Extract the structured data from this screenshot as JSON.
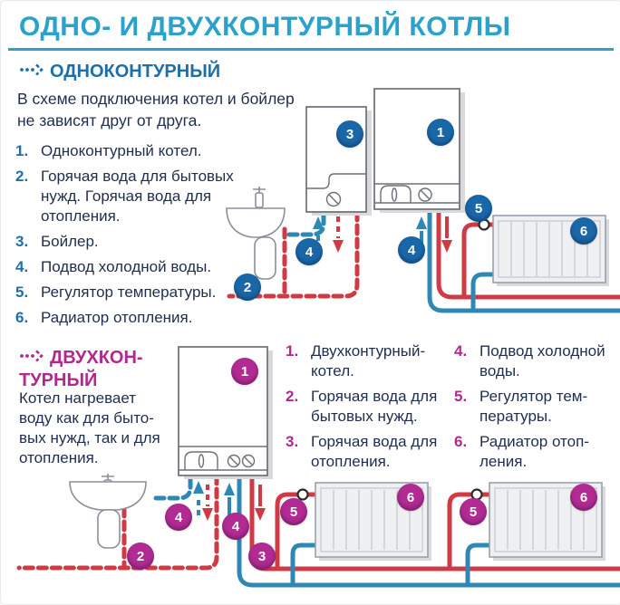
{
  "title": "ОДНО- И ДВУХКОНТУРНЫЙ КОТЛЫ",
  "colors": {
    "title_teal": "#2ba2cc",
    "heading_blue": "#1e6fa9",
    "heading_magenta": "#b2288f",
    "text_navy": "#1f2e4e",
    "badge_blue": "#1a67a8",
    "badge_magenta": "#b12b92",
    "pipe_red": "#cf3b45",
    "pipe_blue": "#2f88b4",
    "radiator_fill": "#eef0f2",
    "outline_gray": "#9aa1ac"
  },
  "section_one": {
    "heading": "ОДНОКОНТУРНЫЙ",
    "description": "В схеме подключения котел и бойлер\nне зависят друг от друга.",
    "items": [
      {
        "num": "1.",
        "text": "Одноконтурный котел."
      },
      {
        "num": "2.",
        "text": "Горячая вода для бытовых\nнужд. Горячая вода для\nотопления."
      },
      {
        "num": "3.",
        "text": "Бойлер."
      },
      {
        "num": "4.",
        "text": "Подвод холодной воды."
      },
      {
        "num": "5.",
        "text": "Регулятор температуры."
      },
      {
        "num": "6.",
        "text": "Радиатор отопления."
      }
    ]
  },
  "section_two": {
    "heading": "ДВУХКОН-\nТУРНЫЙ",
    "description": "Котел нагревает\nводу как для быто-\nвых нужд, так и для\nотопления.",
    "items_left": [
      {
        "num": "1.",
        "text": "Двухконтурный-\nкотел."
      },
      {
        "num": "2.",
        "text": "Горячая вода для\nбытовых нужд."
      },
      {
        "num": "3.",
        "text": "Горячая вода для\nотопления."
      }
    ],
    "items_right": [
      {
        "num": "4.",
        "text": "Подвод холодной\nводы."
      },
      {
        "num": "5.",
        "text": "Регулятор тем-\nпературы."
      },
      {
        "num": "6.",
        "text": "Радиатор отоп-\nления."
      }
    ]
  },
  "diagram_top": {
    "badges": [
      "3",
      "1",
      "2",
      "4",
      "4",
      "5",
      "6"
    ]
  },
  "diagram_bottom": {
    "badges": [
      "1",
      "2",
      "4",
      "4",
      "3",
      "5",
      "6",
      "5",
      "6"
    ]
  }
}
